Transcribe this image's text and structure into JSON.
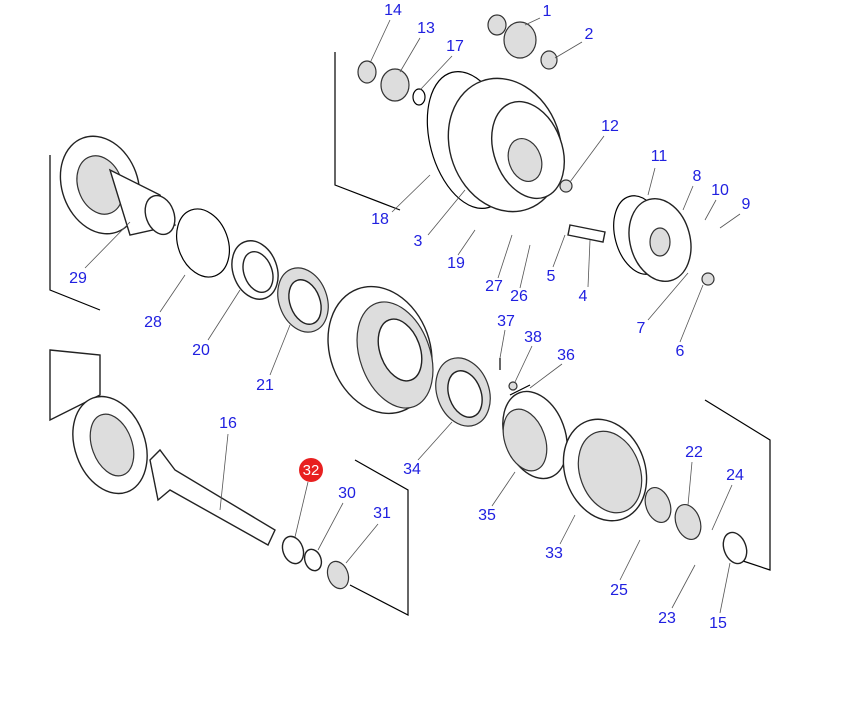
{
  "diagram": {
    "labels": [
      "1",
      "2",
      "3",
      "4",
      "5",
      "6",
      "7",
      "8",
      "9",
      "10",
      "11",
      "12",
      "13",
      "14",
      "15",
      "16",
      "17",
      "18",
      "19",
      "20",
      "21",
      "22",
      "23",
      "24",
      "25",
      "26",
      "27",
      "28",
      "29",
      "30",
      "31",
      "33",
      "34",
      "35",
      "36",
      "37",
      "38"
    ],
    "highlighted_label": "32",
    "highlight_color": "#e82020",
    "label_color": "#2020e0"
  }
}
